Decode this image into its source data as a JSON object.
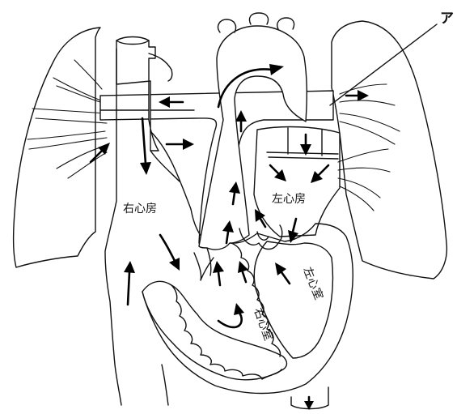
{
  "labels": {
    "pointer_a": "ア",
    "right_atrium": "右心房",
    "left_atrium": "左心房",
    "left_ventricle": "左心室",
    "right_ventricle": "右心室"
  },
  "colors": {
    "outline": "#111111",
    "arrow": "#000000",
    "background": "#ffffff"
  }
}
